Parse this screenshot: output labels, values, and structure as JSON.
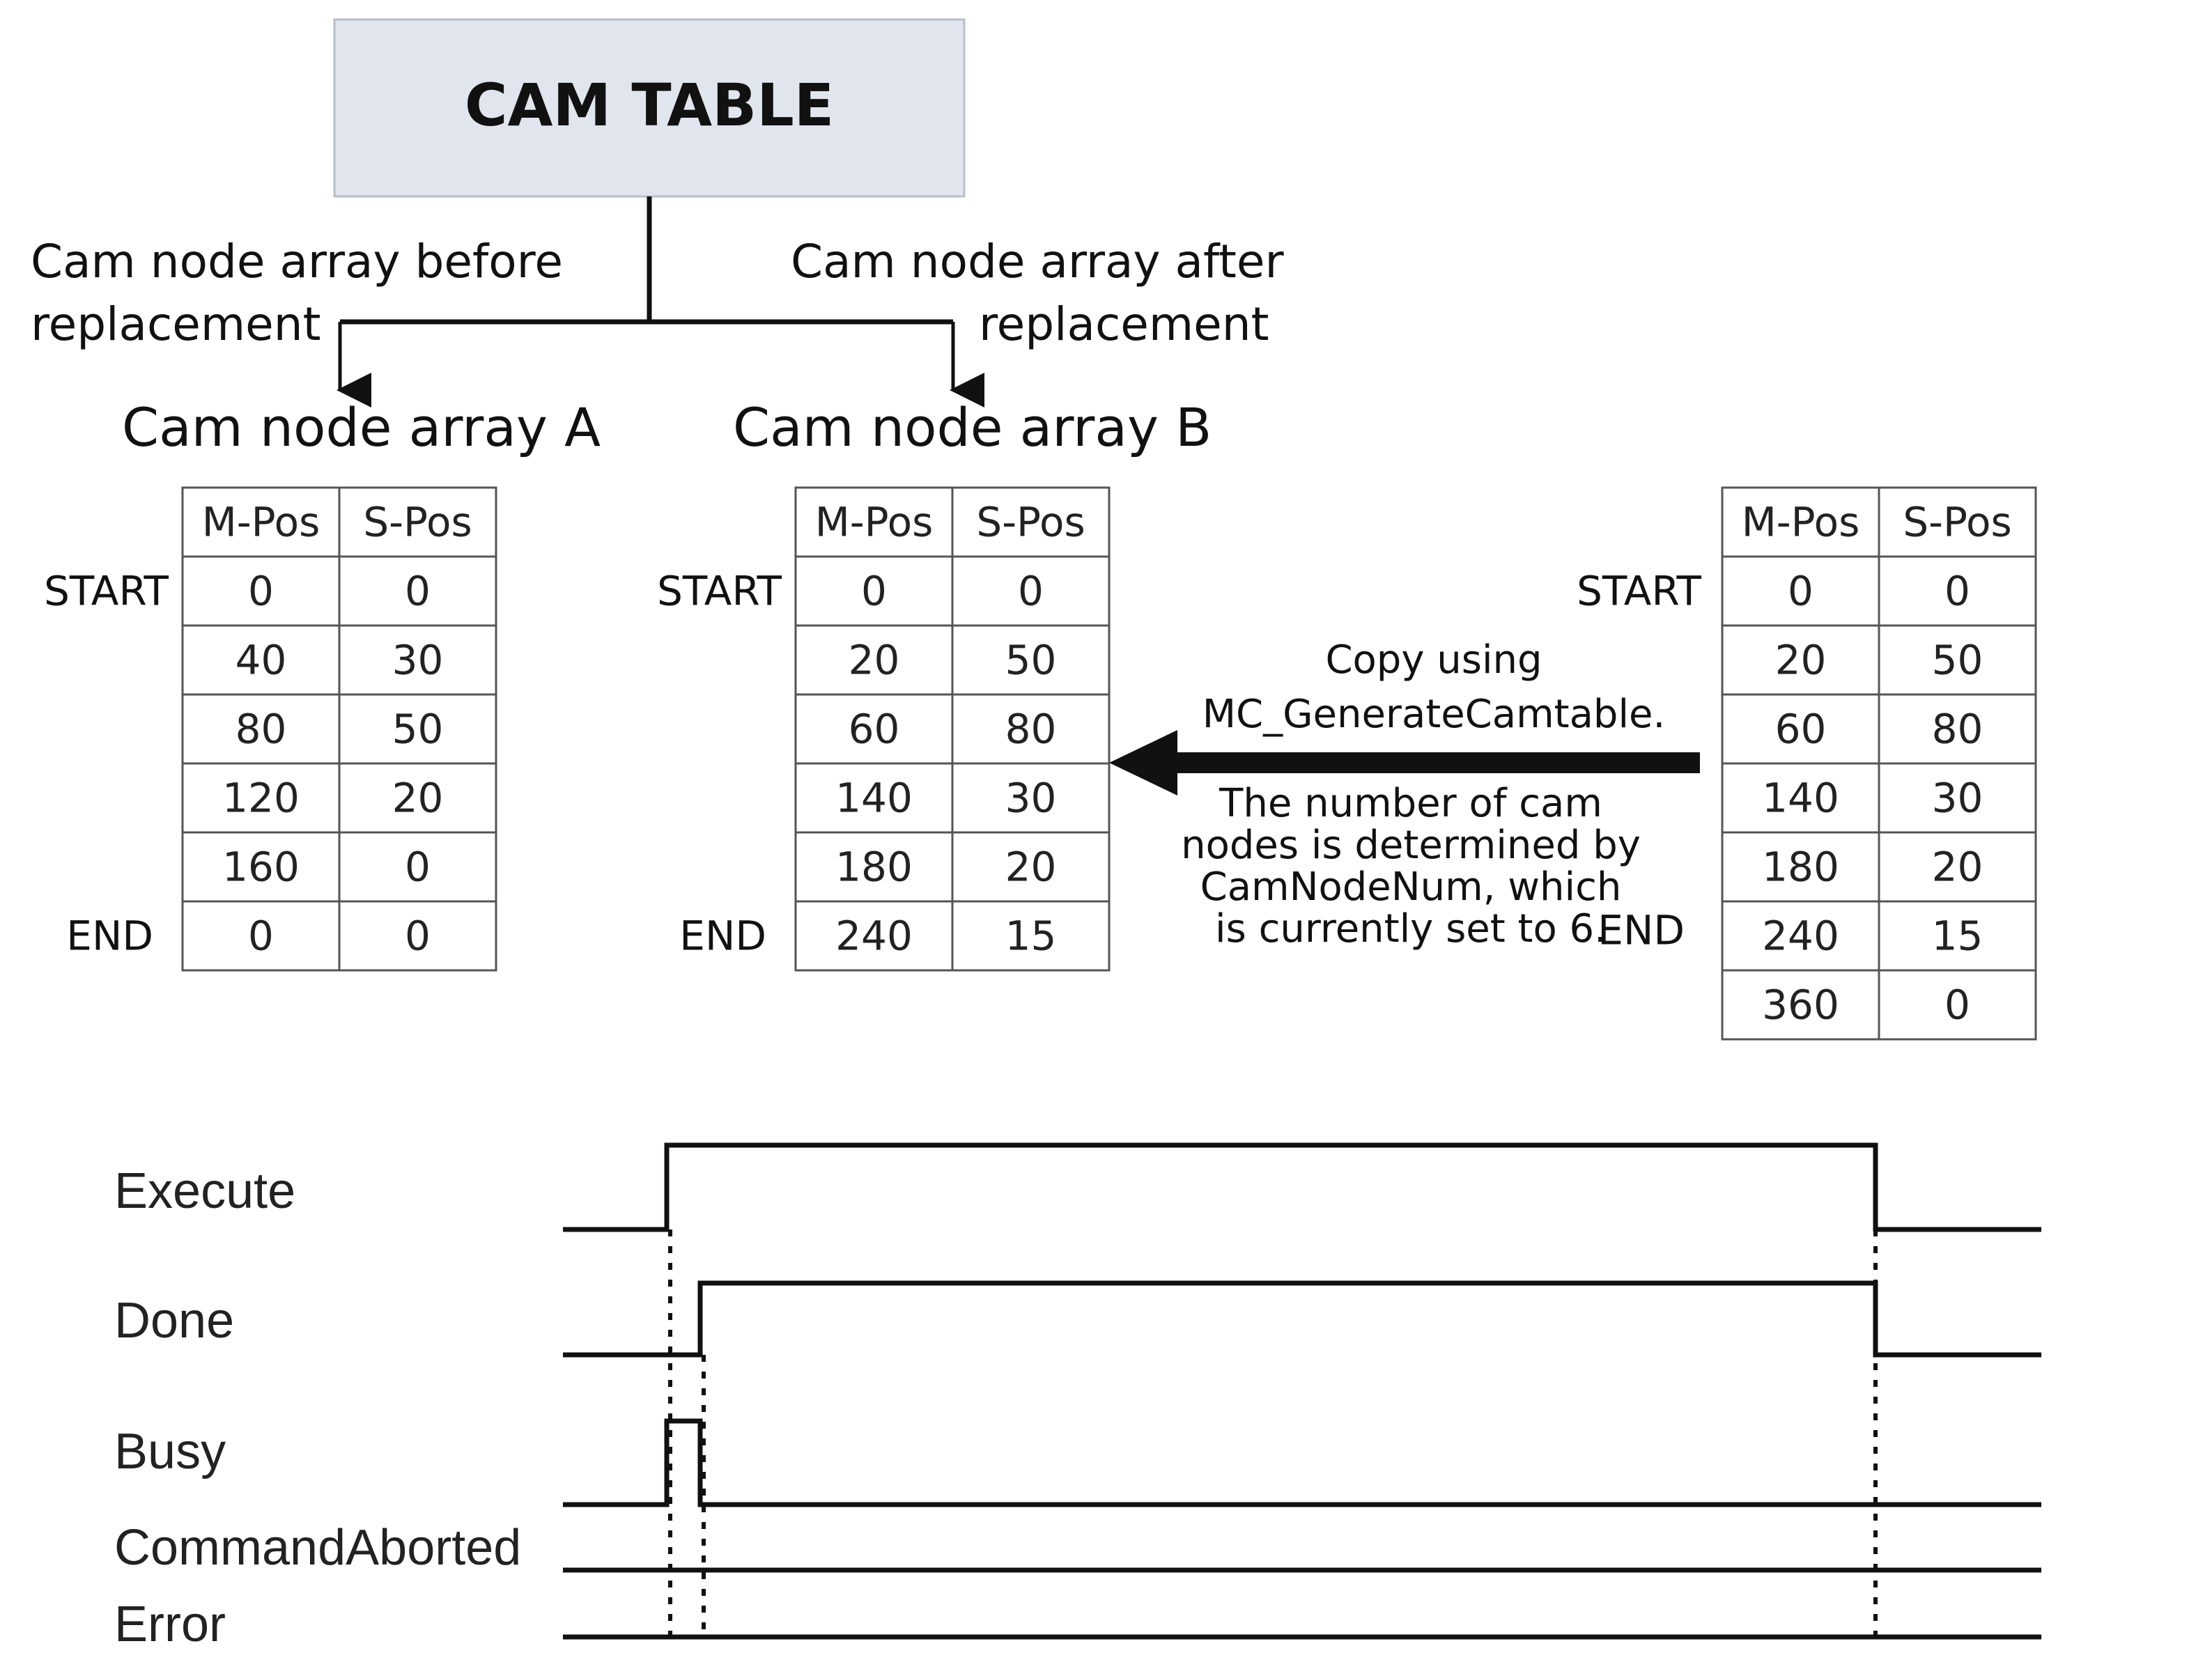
{
  "title_box": {
    "label": "CAM TABLE",
    "fill": "#e1e6ee"
  },
  "branch_left_label": [
    "Cam node array before",
    "replacement"
  ],
  "branch_right_label": [
    "Cam node array after",
    "replacement"
  ],
  "array_a": {
    "title": "Cam node array A",
    "headers": [
      "M-Pos",
      "S-Pos"
    ],
    "row_labels": [
      "START",
      "",
      "",
      "",
      "",
      "END"
    ],
    "rows": [
      [
        "0",
        "0"
      ],
      [
        "40",
        "30"
      ],
      [
        "80",
        "50"
      ],
      [
        "120",
        "20"
      ],
      [
        "160",
        "0"
      ],
      [
        "0",
        "0"
      ]
    ]
  },
  "array_b": {
    "title": "Cam node array B",
    "headers": [
      "M-Pos",
      "S-Pos"
    ],
    "row_labels": [
      "START",
      "",
      "",
      "",
      "",
      "END"
    ],
    "rows": [
      [
        "0",
        "0"
      ],
      [
        "20",
        "50"
      ],
      [
        "60",
        "80"
      ],
      [
        "140",
        "30"
      ],
      [
        "180",
        "20"
      ],
      [
        "240",
        "15"
      ]
    ]
  },
  "array_src": {
    "headers": [
      "M-Pos",
      "S-Pos"
    ],
    "row_labels": [
      "START",
      "",
      "",
      "",
      "",
      "END"
    ],
    "rows": [
      [
        "0",
        "0"
      ],
      [
        "20",
        "50"
      ],
      [
        "60",
        "80"
      ],
      [
        "140",
        "30"
      ],
      [
        "180",
        "20"
      ],
      [
        "240",
        "15"
      ],
      [
        "360",
        "0"
      ]
    ]
  },
  "copy_note": [
    "Copy using",
    "MC_GenerateCamtable."
  ],
  "count_note": [
    "The number of cam",
    "nodes is determined by",
    "CamNodeNum, which",
    "is currently set to 6."
  ],
  "timing": {
    "signals": [
      "Execute",
      "Done",
      "Busy",
      "CommandAborted",
      "Error"
    ]
  }
}
